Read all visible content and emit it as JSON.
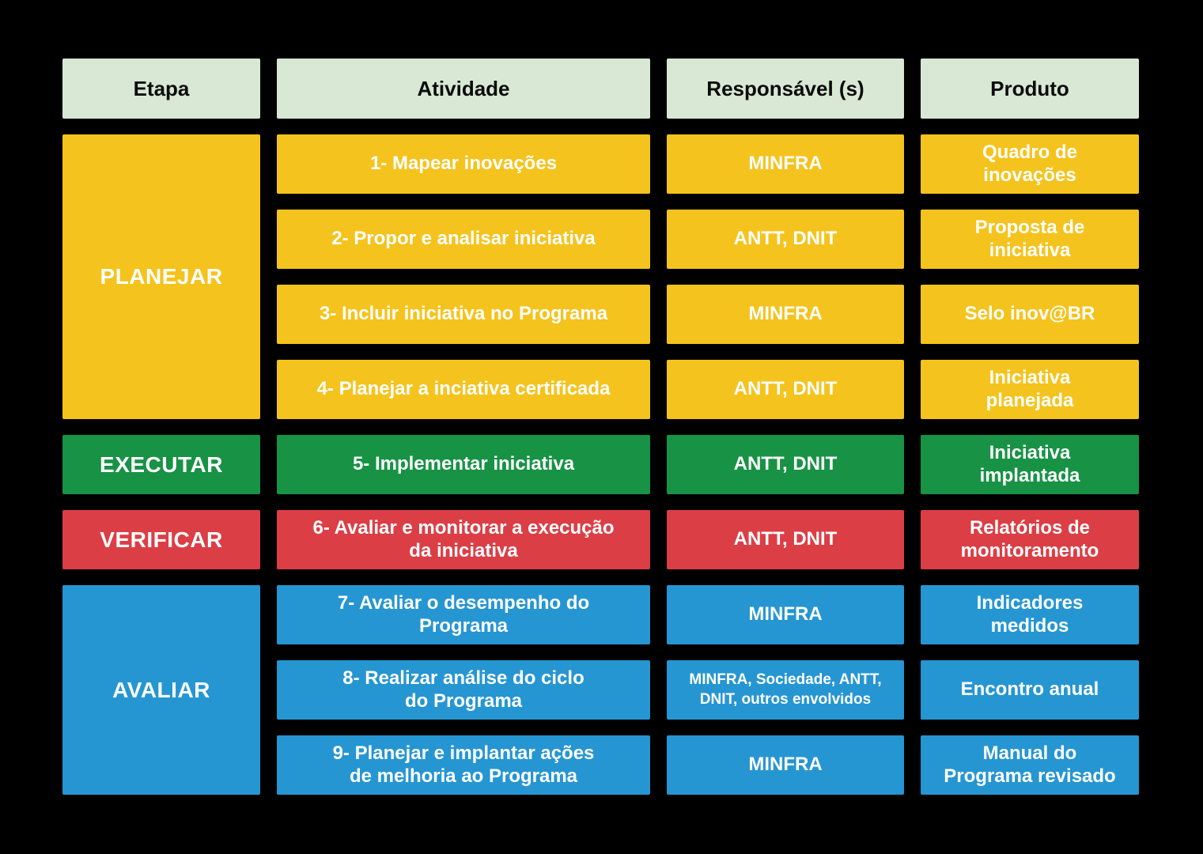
{
  "table": {
    "headers": [
      "Etapa",
      "Atividade",
      "Responsável (s)",
      "Produto"
    ],
    "colors": {
      "background": "#000000",
      "header_bg": "#d8e8d4",
      "header_text": "#0a0a0a",
      "cell_text": "#ffffff",
      "planejar": "#f5c31d",
      "executar": "#189245",
      "verificar": "#dc3e46",
      "avaliar": "#2596d2"
    },
    "sections": [
      {
        "stage": "PLANEJAR",
        "rows": [
          {
            "activity": "1- Mapear inovações",
            "responsible": "MINFRA",
            "product": "Quadro de\ninovações"
          },
          {
            "activity": "2- Propor e analisar iniciativa",
            "responsible": "ANTT, DNIT",
            "product": "Proposta de\niniciativa"
          },
          {
            "activity": "3- Incluir iniciativa no Programa",
            "responsible": "MINFRA",
            "product": "Selo inov@BR"
          },
          {
            "activity": "4- Planejar a inciativa certificada",
            "responsible": "ANTT, DNIT",
            "product": "Iniciativa\nplanejada"
          }
        ]
      },
      {
        "stage": "EXECUTAR",
        "rows": [
          {
            "activity": "5- Implementar iniciativa",
            "responsible": "ANTT, DNIT",
            "product": "Iniciativa\nimplantada"
          }
        ]
      },
      {
        "stage": "VERIFICAR",
        "rows": [
          {
            "activity": "6- Avaliar e monitorar a execução\nda iniciativa",
            "responsible": "ANTT, DNIT",
            "product": "Relatórios de\nmonitoramento"
          }
        ]
      },
      {
        "stage": "AVALIAR",
        "rows": [
          {
            "activity": "7- Avaliar o desempenho do\nPrograma",
            "responsible": "MINFRA",
            "product": "Indicadores\nmedidos"
          },
          {
            "activity": "8- Realizar análise do ciclo\ndo Programa",
            "responsible": "MINFRA, Sociedade, ANTT,\nDNIT, outros envolvidos",
            "product": "Encontro anual"
          },
          {
            "activity": "9- Planejar e implantar ações\nde melhoria ao Programa",
            "responsible": "MINFRA",
            "product": "Manual do\nPrograma revisado"
          }
        ]
      }
    ]
  }
}
